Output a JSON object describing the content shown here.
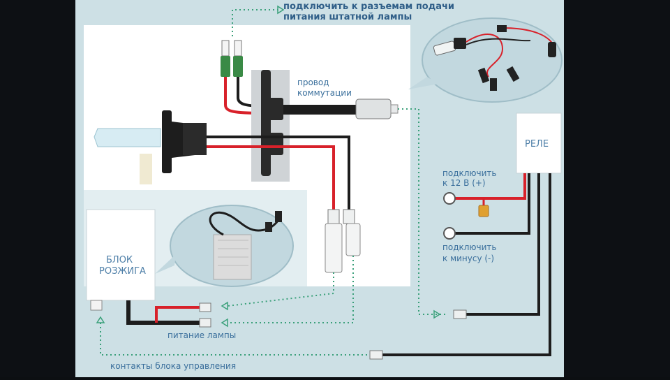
{
  "diagram": {
    "top_callout": [
      "подключить к разъемам подачи",
      "питания штатной лампы"
    ],
    "wire_label": [
      "провод",
      "коммутации"
    ],
    "relay_label": "РЕЛЕ",
    "plus_label": [
      "подключить",
      "к 12 В (+)"
    ],
    "minus_label": [
      "подключить",
      "к минусу (-)"
    ],
    "ballast_label": [
      "БЛОК",
      "РОЗЖИГА"
    ],
    "lamp_power_label": "питание лампы",
    "control_label": "контакты блока управления"
  },
  "colors": {
    "background_panel": "#cfe0e6",
    "inner_panel": "#ffffff",
    "lower_panel": "#e6f0f3",
    "wire_red": "#d8212a",
    "wire_black": "#1d1d1d",
    "text_blue": "#3a6f9c",
    "dotted_green": "#3aa07a"
  }
}
